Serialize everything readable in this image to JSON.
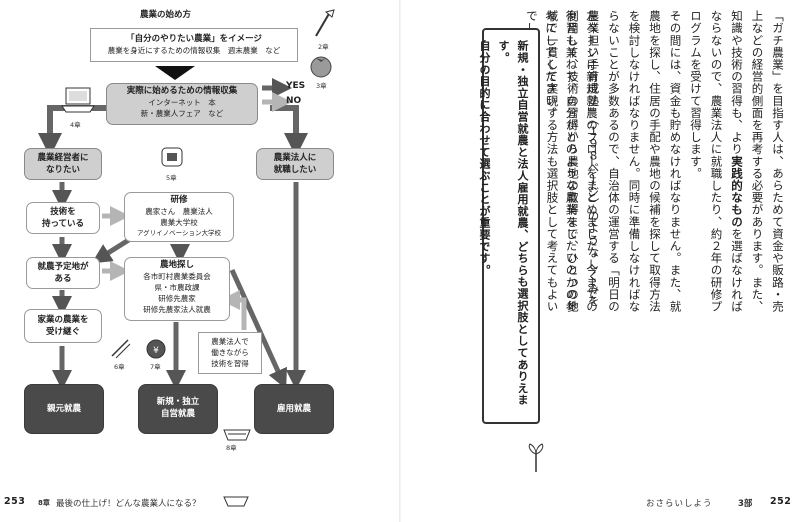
{
  "left_page": {
    "page_number": "253",
    "footer": {
      "chapter": "8章",
      "text": "最後の仕上げ！どんな農業人になる？"
    },
    "flow": {
      "title": "農業の始め方",
      "image": {
        "title": "「自分のやりたい農業」をイメージ",
        "sub": "農業を身近にするための情報収集　週末農業　など"
      },
      "info": {
        "title": "実際に始めるための情報収集",
        "line1": "インターネット　本",
        "line2": "新・農業人フェア　など"
      },
      "yes": "YES",
      "no": "NO",
      "farm_manager": {
        "line1": "農業経営者に",
        "line2": "なりたい"
      },
      "corp_employee": {
        "line1": "農業法人に",
        "line2": "就職したい"
      },
      "skills": {
        "line1": "技術を",
        "line2": "持っている"
      },
      "training": {
        "title": "研修",
        "line1": "農家さん　農業法人",
        "line2": "農業大学校",
        "line3": "アグリイノベーション大学校"
      },
      "land_planned": {
        "line1": "就農予定地が",
        "line2": "ある"
      },
      "land_search": {
        "title": "農地探し",
        "line1": "各市町村農業委員会",
        "line2": "県・市農政課",
        "line3": "研修先農家",
        "line4": "研修先農家法人就農"
      },
      "family": {
        "line1": "家業の農業を",
        "line2": "受け継ぐ"
      },
      "learn_while": {
        "line1": "農業法人で",
        "line2": "働きながら",
        "line3": "技術を習得"
      },
      "parent": "親元就農",
      "independent": {
        "line1": "新規・独立",
        "line2": "自営就農"
      },
      "employment": "雇用就農",
      "chapters": {
        "c2": "2章",
        "c3": "3章",
        "c4": "4章",
        "c5": "5章",
        "c6": "6章",
        "c7": "7章",
        "c8": "8章"
      }
    }
  },
  "right_page": {
    "page_number": "252",
    "footer": {
      "text": "おさらいしよう",
      "chapter": "3部"
    },
    "paragraph1": {
      "a": "「ガチ農業」を目指す人は、あらためて資金や販路・売上などの経営的側面を再考する必要があります。また、知識や技術の習得も、より",
      "b": "実践的なもの",
      "c": "を選ばなければならないので、農業法人に就職したり、約２年の研修プログラムを受けて習得します。",
      "d": "その間には、資金も貯めなければなりません。また、就農地を探し、住居の手配や農地の候補を探して取得方法を検討しなければなりません。同時に準備しなければならないことが多数あるので、自治体の運営する「明日の農業担い手育成塾」（１９８ページ）のようなしくみを利用して、技術の習得から農地の取得まで、ひとつの地域で一貫して実現する方法も選択肢として考えてもよいでしょう。"
    },
    "paragraph2": "左ページに新規就農のフローをまとめました。今までの復習も兼ねて、自分がどのような農業をしたいのかの参考にしてください。",
    "callout": {
      "line1": "新規・独立自営就農と法人雇用就農、どちらも選択肢としてありえます。",
      "line2": "自分の目的に合わせて選ぶことが重要です。"
    }
  }
}
